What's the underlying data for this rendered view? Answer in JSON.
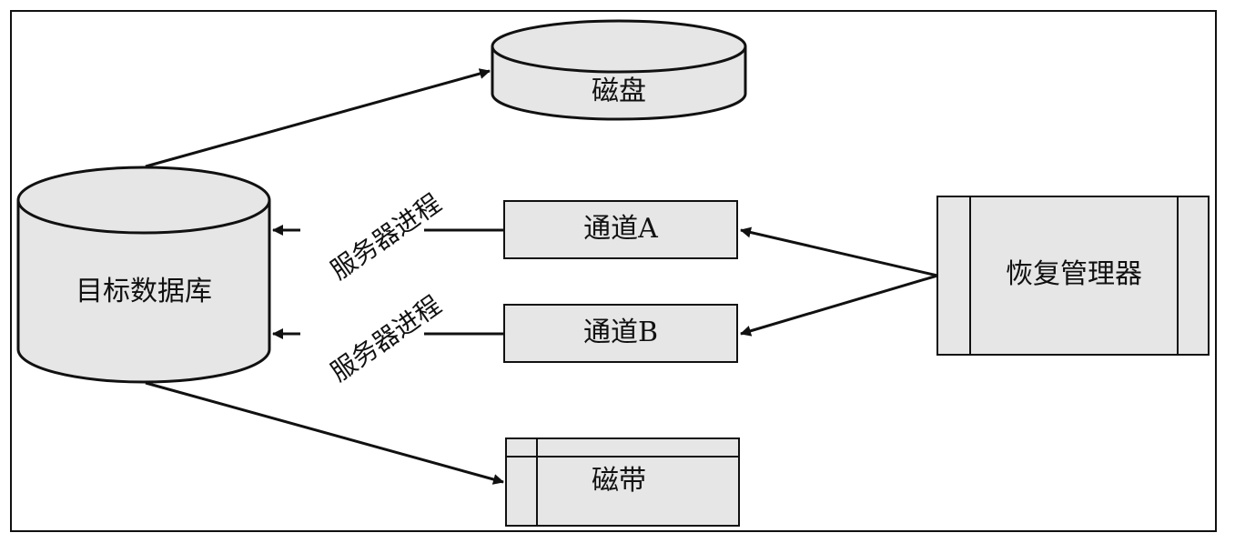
{
  "diagram": {
    "nodes": {
      "target_db": {
        "label": "目标数据库",
        "shape": "cylinder"
      },
      "disk": {
        "label": "磁盘",
        "shape": "cylinder"
      },
      "channel_a": {
        "label": "通道A",
        "shape": "rectangle"
      },
      "channel_b": {
        "label": "通道B",
        "shape": "rectangle"
      },
      "tape": {
        "label": "磁带",
        "shape": "rectangle-with-header"
      },
      "recovery_manager": {
        "label": "恢复管理器",
        "shape": "rectangle-with-side-bars"
      }
    },
    "edges": [
      {
        "from": "target_db",
        "to": "disk",
        "label": ""
      },
      {
        "from": "target_db",
        "to": "tape",
        "label": ""
      },
      {
        "from": "channel_a",
        "to": "target_db",
        "label": "服务器进程"
      },
      {
        "from": "channel_b",
        "to": "target_db",
        "label": "服务器进程"
      },
      {
        "from": "recovery_manager",
        "to": "channel_a",
        "label": ""
      },
      {
        "from": "recovery_manager",
        "to": "channel_b",
        "label": ""
      }
    ],
    "colors": {
      "fill": "#e6e6e6",
      "stroke": "#111111",
      "background": "#ffffff"
    }
  }
}
